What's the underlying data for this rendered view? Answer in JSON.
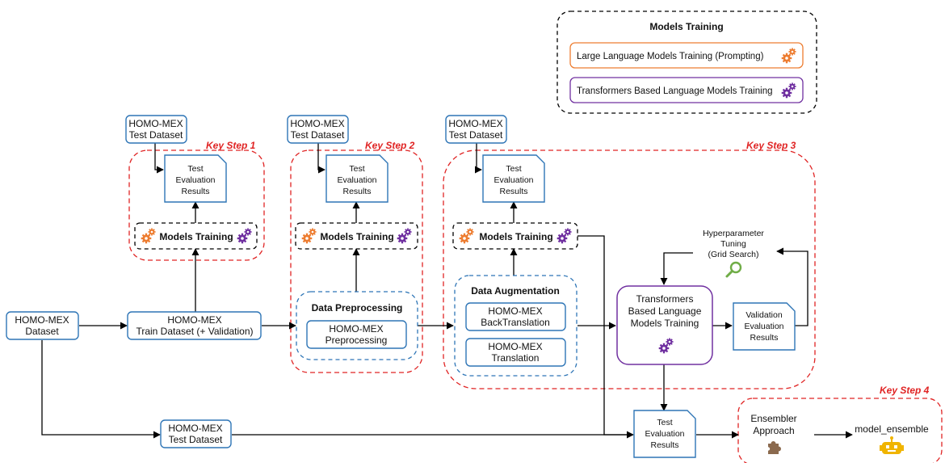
{
  "legend": {
    "title": "Models Training",
    "llm_label": "Large Language Models Training (Prompting)",
    "tlm_label": "Transformers Based Language Models Training"
  },
  "key_steps": {
    "s1": "Key Step 1",
    "s2": "Key Step 2",
    "s3": "Key Step 3",
    "s4": "Key Step 4"
  },
  "nodes": {
    "dataset": [
      "HOMO-MEX",
      "Dataset"
    ],
    "train": [
      "HOMO-MEX",
      "Train Dataset (+ Validation)"
    ],
    "test_top": [
      "HOMO-MEX",
      "Test Dataset"
    ],
    "test_bottom": [
      "HOMO-MEX",
      "Test Dataset"
    ],
    "test_eval": [
      "Test",
      "Evaluation",
      "Results"
    ],
    "models_training": "Models Training",
    "data_preprocessing": "Data Preprocessing",
    "preprocessing": [
      "HOMO-MEX",
      "Preprocessing"
    ],
    "data_augmentation": "Data Augmentation",
    "backtranslation": [
      "HOMO-MEX",
      "BackTranslation"
    ],
    "translation": [
      "HOMO-MEX",
      "Translation"
    ],
    "transformers_training": [
      "Transformers",
      "Based Language",
      "Models Training"
    ],
    "hyperparameter": [
      "Hyperparameter",
      "Tuning",
      "(Grid Search)"
    ],
    "validation_eval": [
      "Validation",
      "Evaluation",
      "Results"
    ],
    "ensembler": [
      "Ensembler",
      "Approach"
    ],
    "model_ensemble": "model_ensemble"
  },
  "colors": {
    "blue": "#2e75b6",
    "red": "#e02424",
    "purple": "#7030a0",
    "orange": "#ed7d31",
    "green": "#70ad47",
    "brown": "#8b6a4e",
    "robot": "#f0b400"
  }
}
